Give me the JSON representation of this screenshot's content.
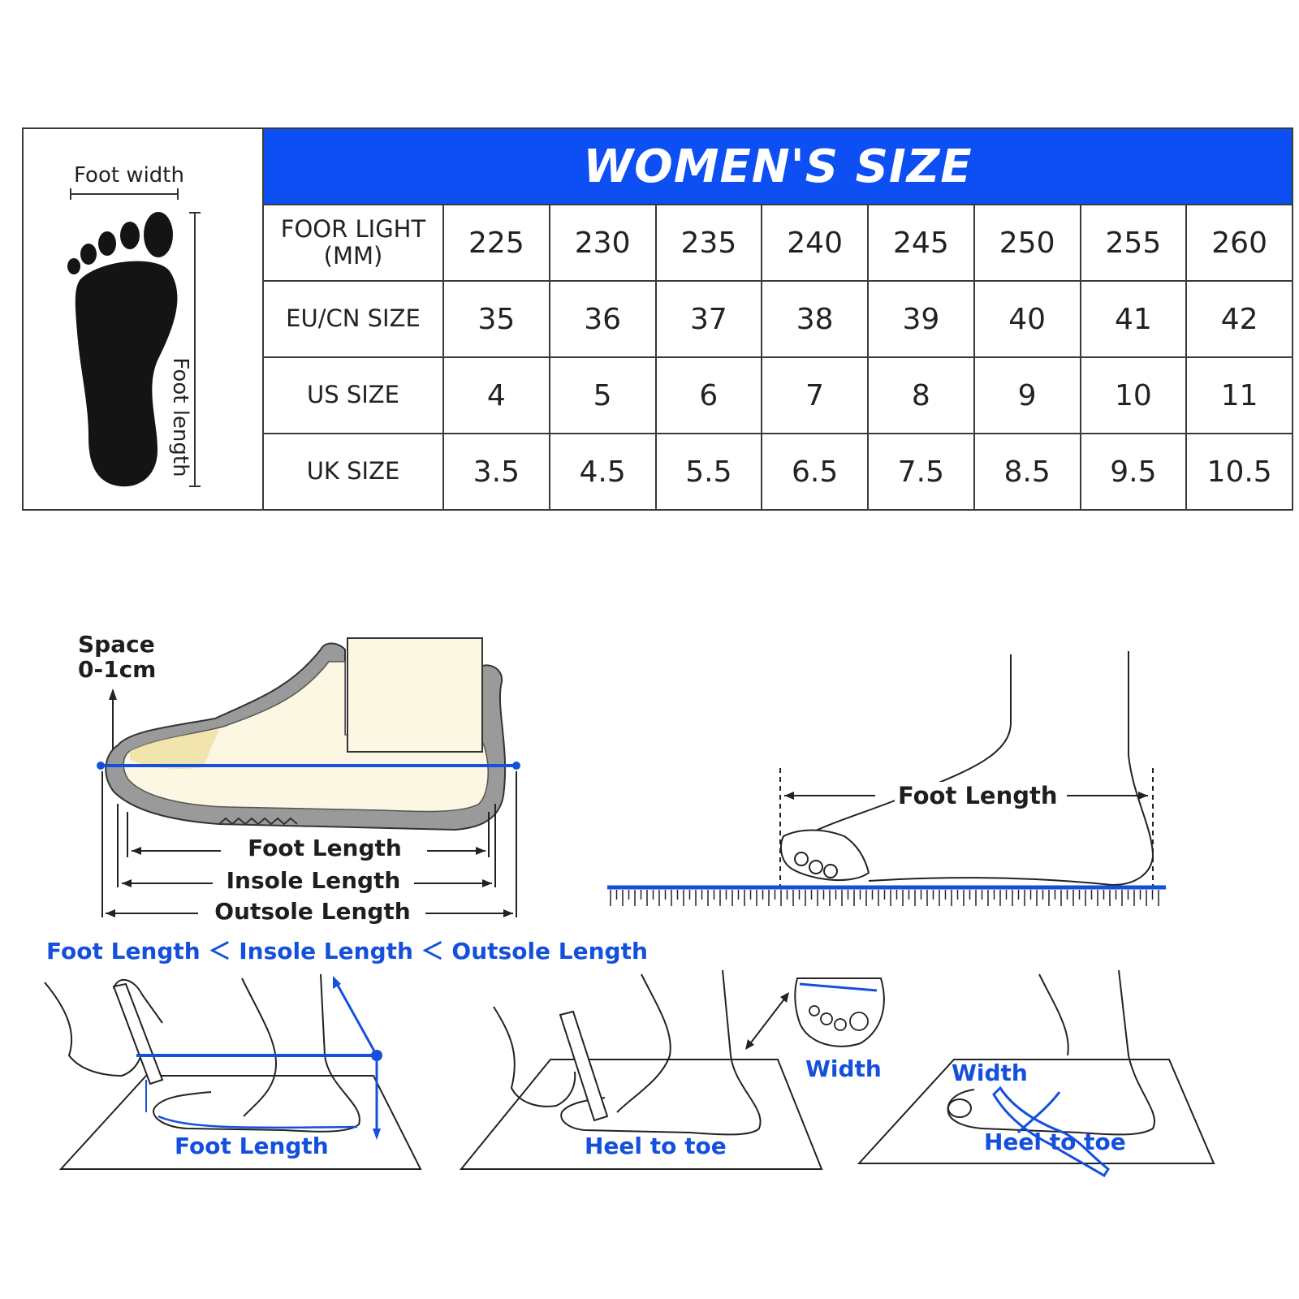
{
  "table": {
    "title": "WOMEN'S SIZE",
    "foot_width_label": "Foot width",
    "foot_length_label": "Foot length",
    "rows": [
      {
        "header": "FOOR LIGHT (MM)",
        "values": [
          "225",
          "230",
          "235",
          "240",
          "245",
          "250",
          "255",
          "260"
        ]
      },
      {
        "header": "EU/CN SIZE",
        "values": [
          "35",
          "36",
          "37",
          "38",
          "39",
          "40",
          "41",
          "42"
        ]
      },
      {
        "header": "US SIZE",
        "values": [
          "4",
          "5",
          "6",
          "7",
          "8",
          "9",
          "10",
          "11"
        ]
      },
      {
        "header": "UK SIZE",
        "values": [
          "3.5",
          "4.5",
          "5.5",
          "6.5",
          "7.5",
          "8.5",
          "9.5",
          "10.5"
        ]
      }
    ]
  },
  "shoe_diagram": {
    "space_line1": "Space",
    "space_line2": "0-1cm",
    "foot_length": "Foot Length",
    "insole_length": "Insole Length",
    "outsole_length": "Outsole Length",
    "comparison": "Foot Length ＜ Insole Length ＜ Outsole Length"
  },
  "ruler_diagram": {
    "foot_length": "Foot Length"
  },
  "steps": {
    "step1_label": "Foot Length",
    "step2_label": "Heel to toe",
    "width_label_1": "Width",
    "width_label_2": "Width",
    "step3_label": "Heel to toe"
  },
  "colors": {
    "accent_blue": "#0d4ff2",
    "label_blue": "#1450dc",
    "border": "#3a3a3a"
  }
}
